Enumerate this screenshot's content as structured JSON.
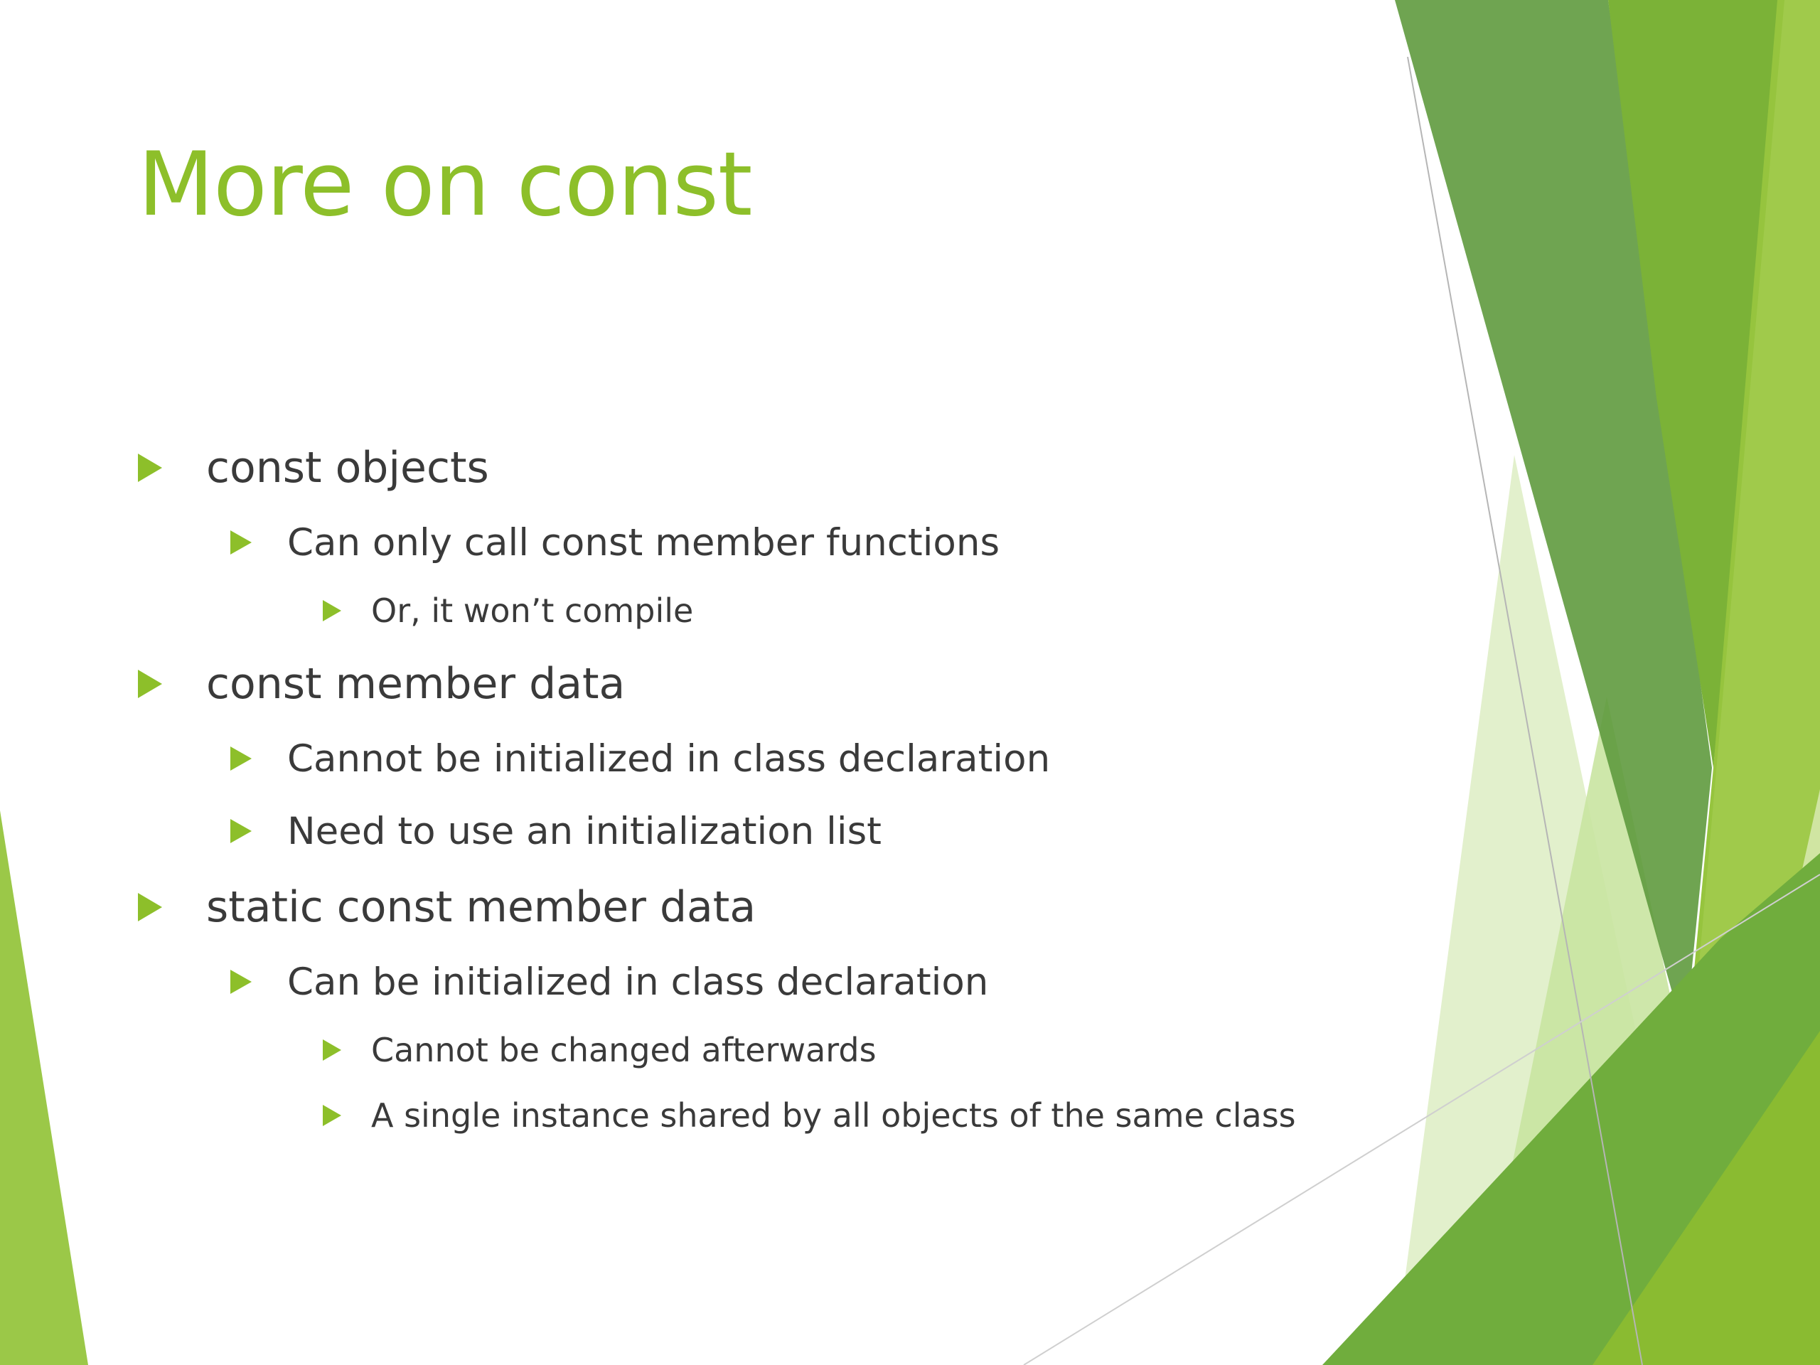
{
  "slide": {
    "title": "More on const",
    "bullets": [
      {
        "level": 1,
        "text": "const objects"
      },
      {
        "level": 2,
        "text": "Can only call const member functions"
      },
      {
        "level": 3,
        "text": "Or, it won’t compile"
      },
      {
        "level": 1,
        "text": "const member data"
      },
      {
        "level": 2,
        "text": "Cannot be initialized in class declaration"
      },
      {
        "level": 2,
        "text": "Need to use an initialization list"
      },
      {
        "level": 1,
        "text": "static const member data"
      },
      {
        "level": 2,
        "text": "Can be initialized in class declaration"
      },
      {
        "level": 3,
        "text": "Cannot be changed afterwards"
      },
      {
        "level": 3,
        "text": "A single instance shared by all objects of the same class"
      }
    ]
  },
  "theme": {
    "accent": "#8dbf2a",
    "text": "#3a3a3a",
    "background": "#ffffff",
    "shape_dark": "#5f9a3e",
    "shape_mid": "#7ab33a",
    "shape_light": "#c8e3a0",
    "bullet_icon": "triangle-right-icon"
  }
}
